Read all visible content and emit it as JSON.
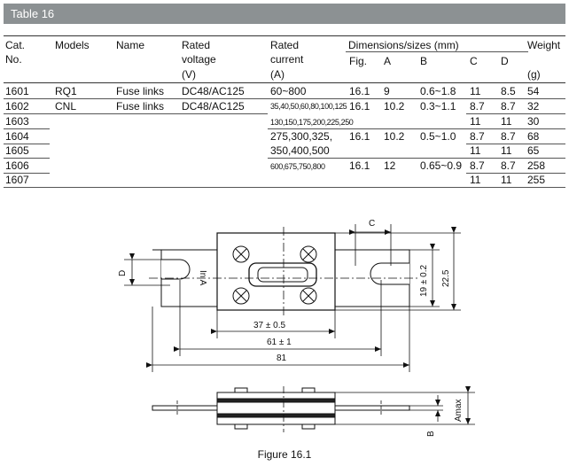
{
  "table": {
    "title": "Table 16",
    "headers": {
      "cat": [
        "Cat.",
        "No."
      ],
      "models": "Models",
      "name": "Name",
      "rated_voltage": [
        "Rated",
        "voltage",
        "(V)"
      ],
      "rated_current": [
        "Rated",
        "current",
        "(A)"
      ],
      "dimensions": "Dimensions/sizes (mm)",
      "fig": "Fig.",
      "a": "A",
      "b": "B",
      "c": "C",
      "d": "D",
      "weight": [
        "Weight",
        "(g)"
      ]
    },
    "rows": [
      {
        "cat": "1601",
        "model": "RQ1",
        "name": "Fuse links",
        "voltage": "DC48/AC125",
        "current": "60~800",
        "fig": "16.1",
        "a": "9",
        "b": "0.6~1.8",
        "c": "11",
        "d": "8.5",
        "weight": "54"
      },
      {
        "cat": "1602",
        "model": "CNL",
        "name": "Fuse links",
        "voltage": "DC48/AC125",
        "current": "35,40,50,60,80,100,125",
        "fig": "16.1",
        "a": "10.2",
        "b": "0.3~1.1",
        "c": "8.7",
        "d": "8.7",
        "weight": "32"
      },
      {
        "cat": "1603",
        "model": "",
        "name": "",
        "voltage": "",
        "current": "130,150,175,200,225,250",
        "fig": "",
        "a": "",
        "b": "",
        "c": "11",
        "d": "11",
        "weight": "30"
      },
      {
        "cat": "1604",
        "model": "",
        "name": "",
        "voltage": "",
        "current": "275,300,325,",
        "fig": "16.1",
        "a": "10.2",
        "b": "0.5~1.0",
        "c": "8.7",
        "d": "8.7",
        "weight": "68"
      },
      {
        "cat": "1605",
        "model": "",
        "name": "",
        "voltage": "",
        "current": "350,400,500",
        "fig": "",
        "a": "",
        "b": "",
        "c": "11",
        "d": "11",
        "weight": "65"
      },
      {
        "cat": "1606",
        "model": "",
        "name": "",
        "voltage": "",
        "current": "600,675,750,800",
        "fig": "16.1",
        "a": "12",
        "b": "0.65~0.9",
        "c": "8.7",
        "d": "8.7",
        "weight": "258"
      },
      {
        "cat": "1607",
        "model": "",
        "name": "",
        "voltage": "",
        "current": "",
        "fig": "",
        "a": "",
        "b": "",
        "c": "11",
        "d": "11",
        "weight": "255"
      }
    ]
  },
  "figure": {
    "labels": {
      "c": "C",
      "d": "D",
      "dim_37": "37 ± 0.5",
      "dim_61": "61 ± 1",
      "dim_81": "81",
      "dim_19": "19 ± 0.2",
      "dim_22": "22.5",
      "amax": "Amax",
      "b": "B",
      "rating_mark": "In A"
    },
    "caption": "Figure 16.1"
  }
}
